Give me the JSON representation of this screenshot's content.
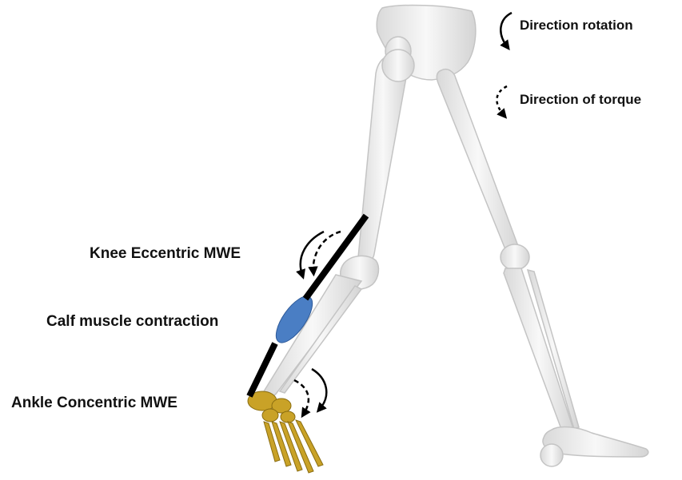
{
  "legend": {
    "rotation_label": "Direction rotation",
    "torque_label": "Direction of torque"
  },
  "annotations": {
    "knee": "Knee Eccentric MWE",
    "calf": "Calf muscle contraction",
    "ankle": "Ankle Concentric MWE"
  },
  "colors": {
    "bone": "#ececec",
    "bone_outline": "#c4c4c4",
    "foot_bones": "#c9a227",
    "muscle": "#4a7ec4",
    "segment_line": "#000000"
  },
  "icons": [
    "solid-rotation-arrow-icon",
    "dashed-torque-arrow-icon"
  ]
}
